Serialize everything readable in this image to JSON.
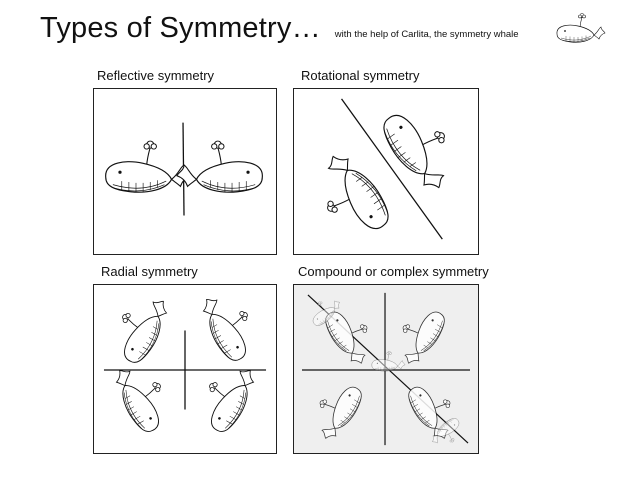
{
  "header": {
    "title": "Types of Symmetry…",
    "subtitle": "with the help of Carlita, the symmetry whale",
    "logo_icon": "whale-icon"
  },
  "panels": [
    {
      "label": "Reflective symmetry",
      "icon": "whale-icon"
    },
    {
      "label": "Rotational symmetry",
      "icon": "whale-icon"
    },
    {
      "label": "Radial symmetry",
      "icon": "whale-icon"
    },
    {
      "label": "Compound or complex symmetry",
      "icon": "whale-icon"
    }
  ],
  "colors": {
    "ink": "#111111",
    "compound_background": "#efefef"
  }
}
